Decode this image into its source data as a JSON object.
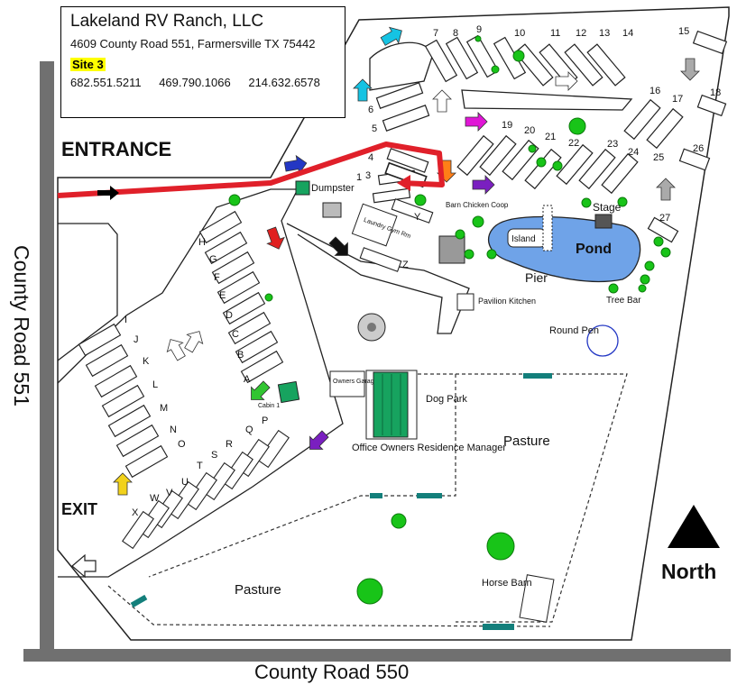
{
  "info": {
    "name": "Lakeland RV Ranch, LLC",
    "address": "4609 County Road 551, Farmersville TX 75442",
    "site": "Site 3",
    "phones": [
      "682.551.5211",
      "469.790.1066",
      "214.632.6578"
    ]
  },
  "roads": {
    "west": "County Road  551",
    "south": "County Road 550"
  },
  "labels": {
    "entrance": "ENTRANCE",
    "exit": "EXIT",
    "north": "North",
    "dumpster": "Dumpster",
    "laundry": "Laundry Gym Rm",
    "barn_chicken": "Barn Chicken Coop",
    "pond": "Pond",
    "island": "Island",
    "pier": "Pier",
    "stage": "Stage",
    "tree_bar": "Tree Bar",
    "pavilion": "Pavilion Kitchen",
    "round_pen": "Round Pen",
    "owners_garage": "Owners Garage",
    "dog_park": "Dog Park",
    "office": "Office Owners Residence Manager",
    "cabin": "Cabin 1",
    "pasture_east": "Pasture",
    "pasture_south": "Pasture",
    "horse_barn": "Horse Barn"
  },
  "sites": {
    "numbers": [
      "1",
      "2",
      "3",
      "4",
      "5",
      "6",
      "7",
      "8",
      "9",
      "10",
      "11",
      "12",
      "13",
      "14",
      "15",
      "16",
      "17",
      "18",
      "19",
      "20",
      "21",
      "22",
      "23",
      "24",
      "25",
      "26",
      "27"
    ],
    "letters": [
      "A",
      "B",
      "C",
      "D",
      "E",
      "F",
      "G",
      "H",
      "I",
      "J",
      "K",
      "L",
      "M",
      "N",
      "O",
      "P",
      "Q",
      "R",
      "S",
      "T",
      "U",
      "V",
      "W",
      "X",
      "Y",
      "Z"
    ]
  },
  "highlight": {
    "site": "3",
    "route_color": "#e0202a"
  },
  "colors": {
    "pond": "#6fa3e8",
    "tree": "#18c418",
    "tree_dark": "#0c7a0c",
    "gate": "#137f7b",
    "cyan_arrow": "#15c3e3",
    "magenta_arrow": "#e016d6",
    "orange_arrow": "#ff7f17",
    "purple_arrow": "#7a1fc0",
    "blue_arrow": "#2337c4",
    "red_arrow": "#e02020",
    "green_arrow": "#31c531",
    "yellow_arrow": "#f2d21b",
    "dumpster": "#17a35f",
    "cabin": "#17a35f",
    "owners_res": "#17a35f"
  },
  "icons": [
    "north-arrow-icon",
    "direction-arrow-icon",
    "tree-icon"
  ]
}
